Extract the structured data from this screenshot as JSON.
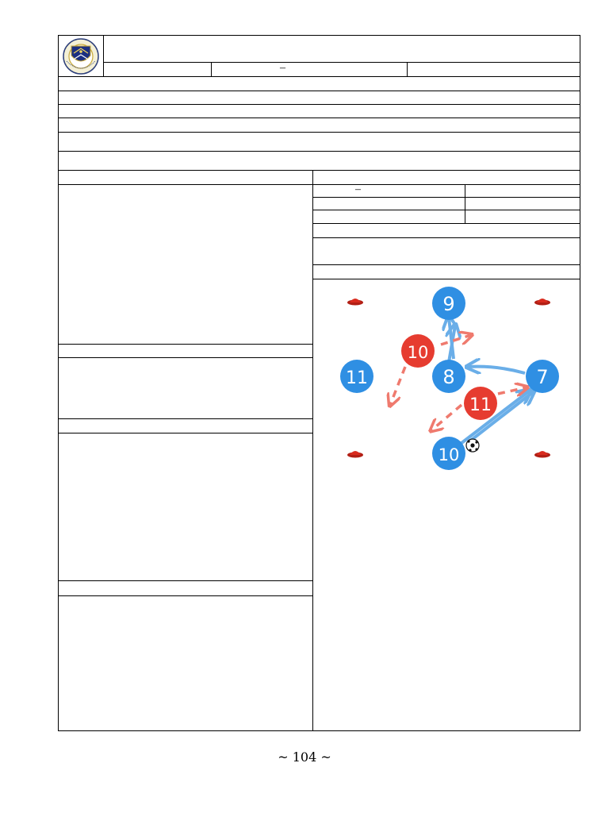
{
  "header": {
    "logo": {
      "name": "PSSI emblem",
      "text": "PSSI",
      "ring_text": "FOOTBALL ASSOCIATION OF INDONESIA"
    },
    "dash_1": "–",
    "dash_2": "–"
  },
  "diagram": {
    "icons": [
      "cone-icon",
      "ball-icon"
    ],
    "colors": {
      "blue_player": "#2f8fe3",
      "red_player": "#e63c30",
      "blue_arrow": "#6aaee8",
      "red_arrow": "#ef7a6e",
      "cone": "#d92b1e"
    },
    "blue_players": [
      {
        "number": "9"
      },
      {
        "number": "8"
      },
      {
        "number": "7"
      },
      {
        "number": "11"
      },
      {
        "number": "10"
      }
    ],
    "red_players": [
      {
        "number": "10"
      },
      {
        "number": "11"
      }
    ]
  },
  "footer": {
    "page_number": "~ 104 ~"
  }
}
